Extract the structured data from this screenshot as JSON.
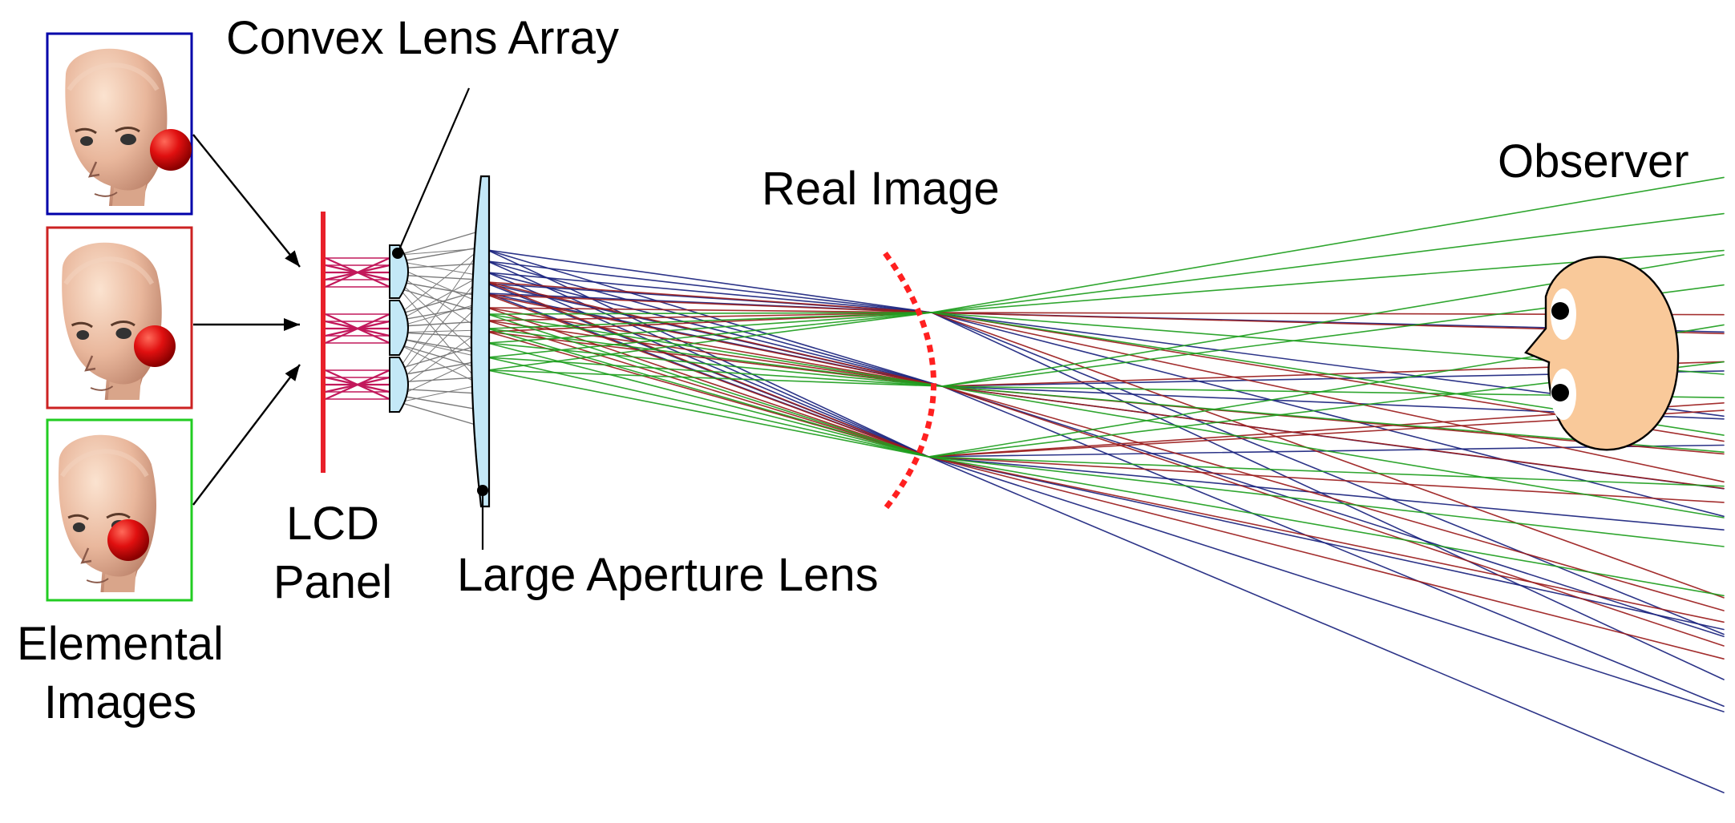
{
  "labels": {
    "convex_lens_array": "Convex Lens Array",
    "observer": "Observer",
    "real_image": "Real Image",
    "lcd_line1": "LCD",
    "lcd_line2": "Panel",
    "large_aperture_lens": "Large Aperture Lens",
    "elemental_line1": "Elemental",
    "elemental_line2": "Images"
  },
  "colors": {
    "frame_top": "#0000aa",
    "frame_middle": "#cc2222",
    "frame_bottom": "#22cc22",
    "lcd_panel": "#e8202a",
    "lens_fill": "#c4e8f7",
    "ray_blue": "#1a237e",
    "ray_red": "#9b1c1c",
    "ray_green": "#1e9e1e",
    "ray_gray": "#7a7a7a",
    "ray_pink": "#c2185b",
    "real_image_arc": "#ff2020",
    "skin": "#f9c99a"
  },
  "icons": {
    "elemental_images": "doll-face-with-red-ball",
    "observer": "observer-head-icon"
  }
}
